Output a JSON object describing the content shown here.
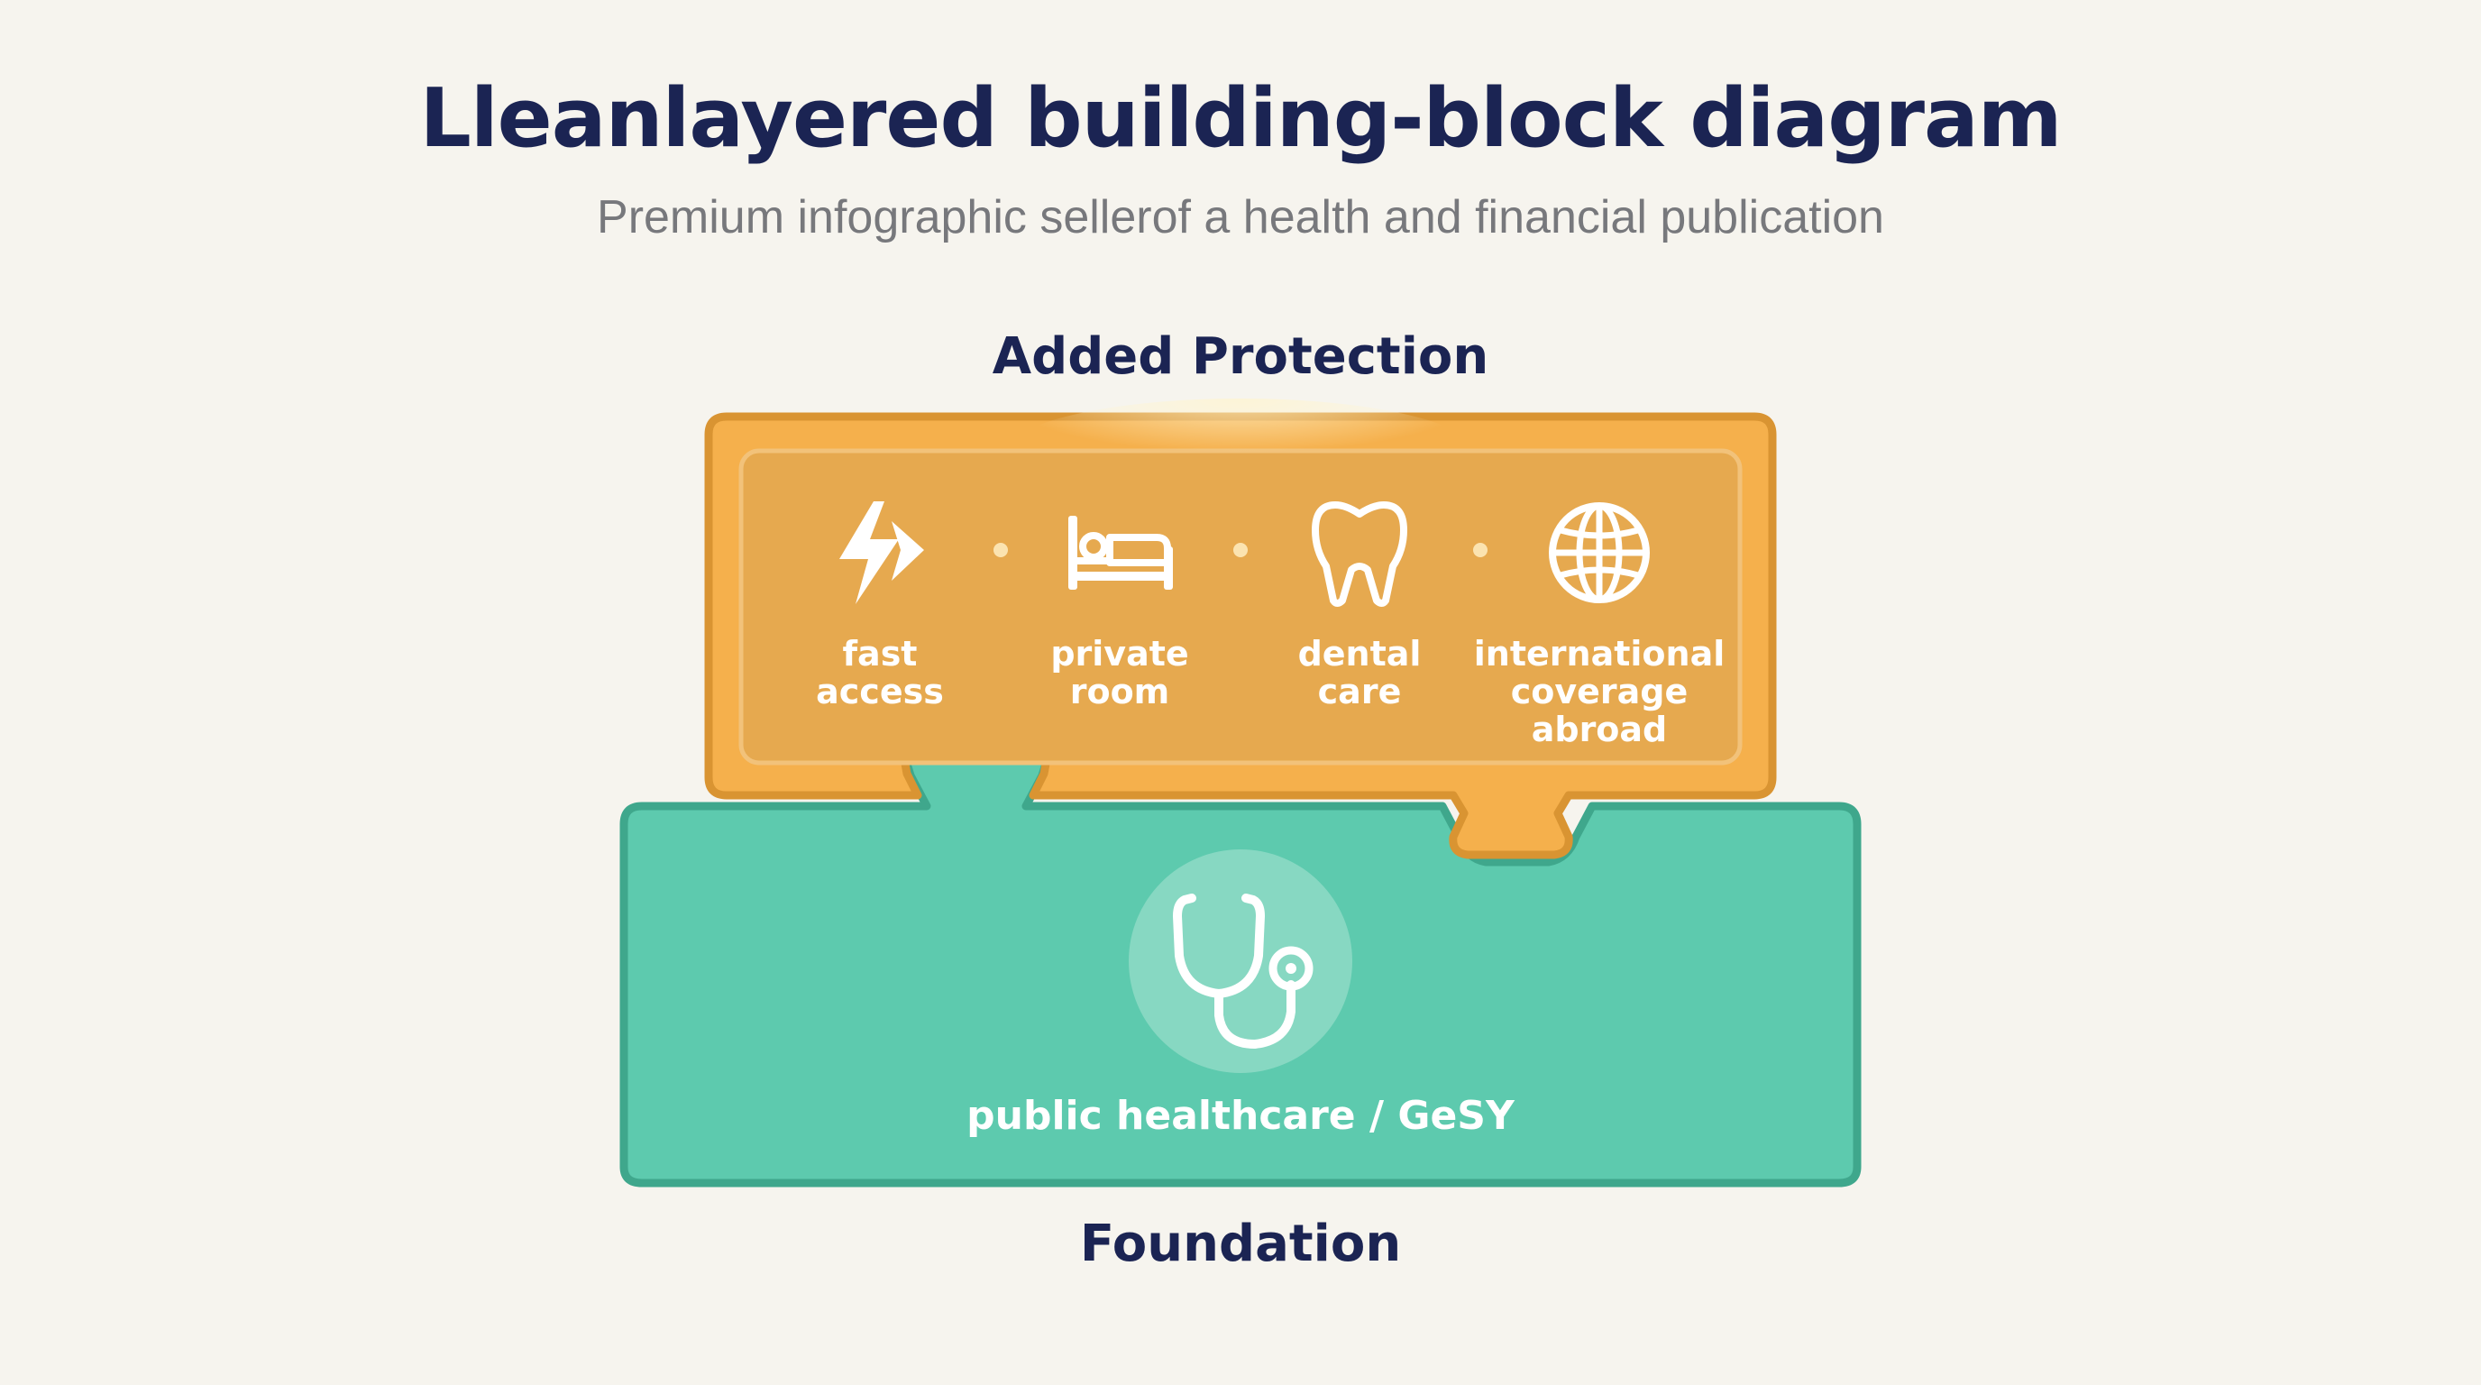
{
  "header": {
    "title": "Lleanlayered building-block diagram",
    "subtitle": "Premium infographic sellerof a health and financial publication"
  },
  "top_layer": {
    "label": "Added Protection",
    "features": [
      {
        "label": "fast\naccess",
        "icon": "lightning-bolt-arrow-icon"
      },
      {
        "label": "private\nroom",
        "icon": "hospital-bed-icon"
      },
      {
        "label": "dental\ncare",
        "icon": "tooth-icon"
      },
      {
        "label": "international\ncoverage\nabroad",
        "icon": "globe-icon"
      }
    ]
  },
  "bottom_layer": {
    "label": "Foundation",
    "text": "public healthcare / GeSY",
    "icon": "stethoscope-icon"
  },
  "colors": {
    "background": "#f6f4ee",
    "title": "#1b2453",
    "subtitle": "#77787c",
    "orange_fill": "#f5b04c",
    "orange_border": "#d99432",
    "orange_inner": "#e6a94f",
    "teal_fill": "#5dcaae",
    "teal_border": "#3fa78c",
    "white": "#ffffff"
  }
}
